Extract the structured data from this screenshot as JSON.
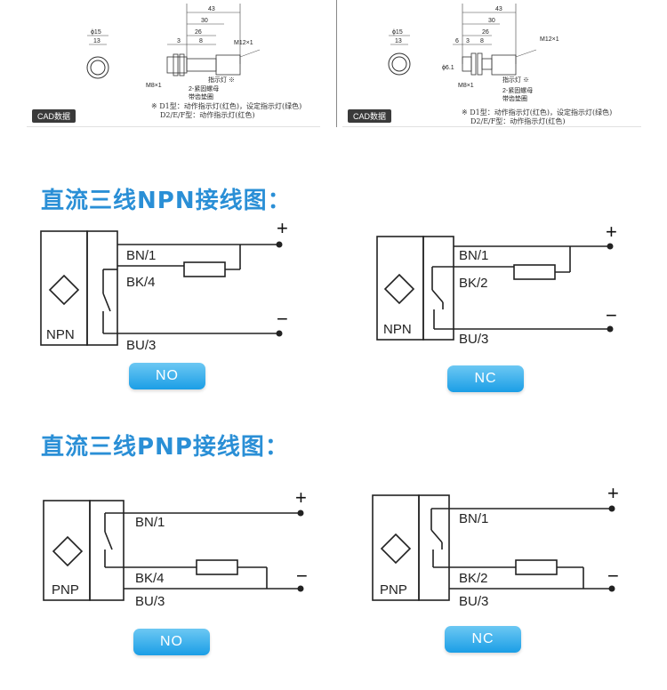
{
  "top_drawings": [
    {
      "dims": {
        "d1": "ϕ15",
        "d2": "13",
        "l1": "43",
        "l2": "30",
        "l3": "26",
        "l4": "3",
        "l5": "8"
      },
      "labels": {
        "thread_out": "M12×1",
        "thread_in": "M8×1",
        "lamp": "指示灯 ※",
        "nut": "2-紧固螺母",
        "washer": "带齿垫圈"
      },
      "tag": "CAD数据",
      "note1": "※ D1型：动作指示灯(红色)，设定指示灯(绿色)",
      "note2": "D2/E/F型：动作指示灯(红色)"
    },
    {
      "dims": {
        "d1": "ϕ15",
        "d2": "13",
        "l1": "43",
        "l2": "30",
        "l3": "26",
        "l4": "6",
        "l5": "3",
        "l6": "8",
        "d3": "ϕ6.1"
      },
      "labels": {
        "thread_out": "M12×1",
        "thread_in": "M8×1",
        "lamp": "指示灯 ※",
        "nut": "2-紧固螺母",
        "washer": "带齿垫圈"
      },
      "tag": "CAD数据",
      "note1": "※ D1型：动作指示灯(红色)，设定指示灯(绿色)",
      "note2": "D2/E/F型：动作指示灯(红色)"
    }
  ],
  "npn_section": {
    "title": "直流三线NPN接线图：",
    "diagrams": [
      {
        "type_label": "NPN",
        "wire1": "BN/1",
        "wire2": "BK/4",
        "wire3": "BU/3",
        "plus": "+",
        "minus": "−",
        "button": "NO"
      },
      {
        "type_label": "NPN",
        "wire1": "BN/1",
        "wire2": "BK/2",
        "wire3": "BU/3",
        "plus": "+",
        "minus": "−",
        "button": "NC"
      }
    ]
  },
  "pnp_section": {
    "title": "直流三线PNP接线图：",
    "diagrams": [
      {
        "type_label": "PNP",
        "wire1": "BN/1",
        "wire2": "BK/4",
        "wire3": "BU/3",
        "plus": "+",
        "minus": "−",
        "button": "NO"
      },
      {
        "type_label": "PNP",
        "wire1": "BN/1",
        "wire2": "BK/2",
        "wire3": "BU/3",
        "plus": "+",
        "minus": "−",
        "button": "NC"
      }
    ]
  },
  "colors": {
    "accent": "#2a8fd6",
    "button_top": "#6cc8f3",
    "button_bottom": "#1b9ee6",
    "line": "#222222"
  }
}
